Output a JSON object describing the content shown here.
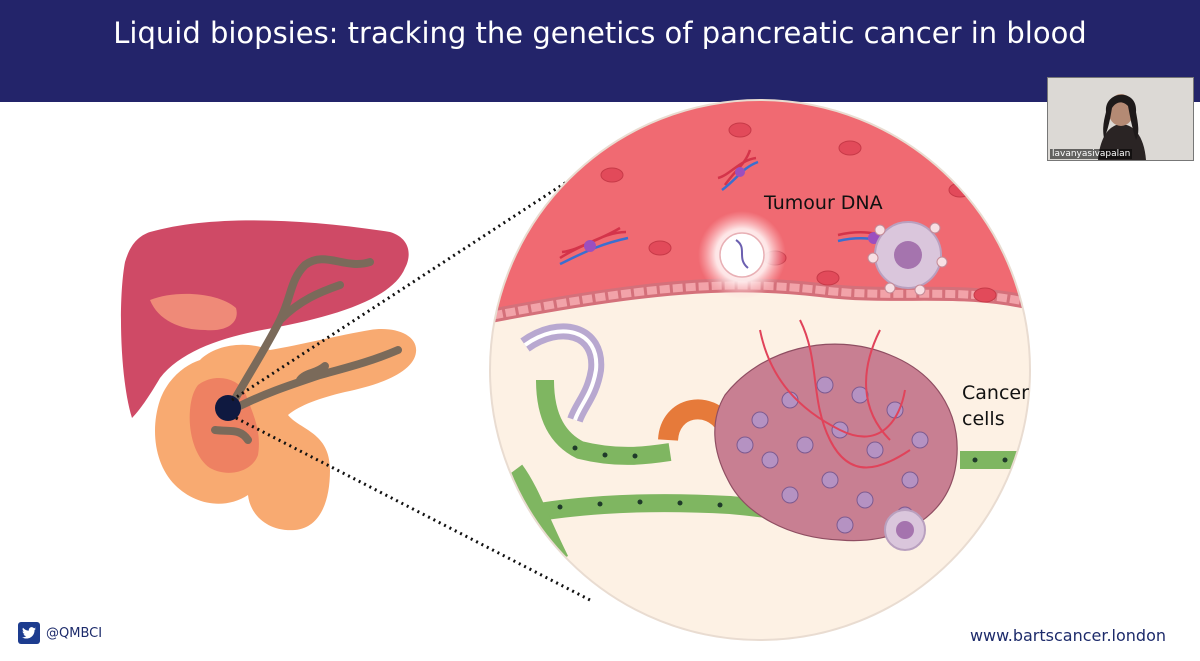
{
  "slide": {
    "title": "Liquid biopsies: tracking the genetics of pancreatic cancer in blood",
    "labels": {
      "tumour_dna": "Tumour DNA",
      "cancer_cells": "Cancer cells"
    }
  },
  "video": {
    "participant_name": "lavanyasivapalan"
  },
  "footer": {
    "twitter_icon": "twitter-icon",
    "twitter_handle": "@QMBCI",
    "website": "www.bartscancer.london"
  },
  "colors": {
    "header": "#23246a",
    "liver": "#cf4a66",
    "pancreas": "#f8aa71",
    "blood": "#f06a72",
    "tissue": "#fdf1e4",
    "cancer_cell": "#c87f92",
    "epithelium": "#7fb661"
  }
}
